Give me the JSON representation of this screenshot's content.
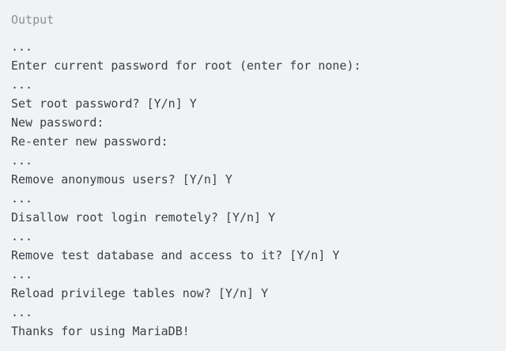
{
  "panel": {
    "header_label": "Output",
    "header_color": "#8b9097",
    "body_color": "#3b4048",
    "background_color": "#f1f2f4"
  },
  "output_lines": [
    "...",
    "Enter current password for root (enter for none):",
    "...",
    "Set root password? [Y/n] Y",
    "New password:",
    "Re-enter new password:",
    "...",
    "Remove anonymous users? [Y/n] Y",
    "...",
    "Disallow root login remotely? [Y/n] Y",
    "...",
    "Remove test database and access to it? [Y/n] Y",
    "...",
    "Reload privilege tables now? [Y/n] Y",
    "...",
    "Thanks for using MariaDB!"
  ]
}
